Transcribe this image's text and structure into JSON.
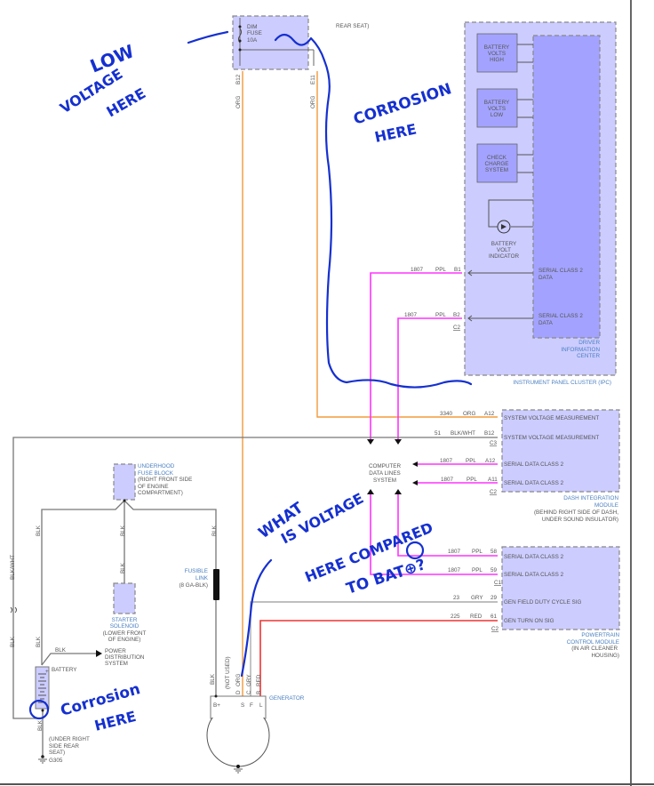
{
  "fuse_block": {
    "lines": [
      "DIM",
      "FUSE",
      "10A"
    ],
    "location_fragment": "REAR SEAT)",
    "pins": [
      "B12",
      "E11"
    ],
    "wire_colors": [
      "ORG",
      "ORG"
    ]
  },
  "ipc": {
    "title": "INSTRUMENT PANEL CLUSTER (IPC)",
    "indicators": [
      {
        "lines": [
          "BATTERY",
          "VOLTS",
          "HIGH"
        ]
      },
      {
        "lines": [
          "BATTERY",
          "VOLTS",
          "LOW"
        ]
      },
      {
        "lines": [
          "CHECK",
          "CHARGE",
          "SYSTEM"
        ]
      }
    ],
    "lamp_label": [
      "BATTERY",
      "VOLT",
      "INDICATOR"
    ],
    "dic_label": [
      "DRIVER",
      "INFORMATION",
      "CENTER"
    ],
    "pins": [
      {
        "circuit": "1807",
        "color": "PPL",
        "pin": "B1",
        "label": [
          "SERIAL CLASS 2",
          "DATA"
        ]
      },
      {
        "circuit": "1807",
        "color": "PPL",
        "pin": "B2",
        "label": [
          "SERIAL CLASS 2",
          "DATA"
        ]
      }
    ],
    "connector": "C2"
  },
  "computer_data_lines": [
    "COMPUTER",
    "DATA LINES",
    "SYSTEM"
  ],
  "dim": {
    "title": [
      "DASH INTEGRATION",
      "MODULE"
    ],
    "location": [
      "(BEHIND RIGHT SIDE OF DASH,",
      "UNDER SOUND INSULATOR)"
    ],
    "pins": [
      {
        "circuit": "3340",
        "color": "ORG",
        "pin": "A12",
        "label": "SYSTEM VOLTAGE MEASUREMENT"
      },
      {
        "circuit": "51",
        "color": "BLK/WHT",
        "pin": "B12",
        "label": "SYSTEM VOLTAGE MEASUREMENT"
      },
      {
        "circuit": "1807",
        "color": "PPL",
        "pin": "A12",
        "label": "SERIAL DATA CLASS 2"
      },
      {
        "circuit": "1807",
        "color": "PPL",
        "pin": "A11",
        "label": "SERIAL DATA CLASS 2"
      }
    ],
    "connectors": [
      "C3",
      "C2"
    ]
  },
  "pcm": {
    "title": [
      "POWERTRAIN",
      "CONTROL MODULE"
    ],
    "location": [
      "(IN AIR CLEANER",
      "HOUSING)"
    ],
    "pins": [
      {
        "circuit": "1807",
        "color": "PPL",
        "pin": "58",
        "label": "SERIAL DATA CLASS 2"
      },
      {
        "circuit": "1807",
        "color": "PPL",
        "pin": "59",
        "label": "SERIAL DATA CLASS 2"
      },
      {
        "circuit": "23",
        "color": "GRY",
        "pin": "29",
        "label": "GEN FIELD DUTY CYCLE SIG"
      },
      {
        "circuit": "225",
        "color": "RED",
        "pin": "61",
        "label": "GEN TURN ON SIG"
      }
    ],
    "connectors": [
      "C1",
      "C2"
    ]
  },
  "underhood": {
    "title": [
      "UNDERHOOD",
      "FUSE BLOCK"
    ],
    "location": [
      "(RIGHT FRONT SIDE",
      "OF ENGINE",
      "COMPARTMENT)"
    ]
  },
  "starter": {
    "title": [
      "STARTER",
      "SOLENOID"
    ],
    "location": [
      "(LOWER FRONT",
      "OF ENGINE)"
    ]
  },
  "fusible_link": {
    "title": [
      "FUSIBLE",
      "LINK"
    ],
    "spec": "(8 GA-BLK)"
  },
  "battery": {
    "label": "BATTERY",
    "location": [
      "(UNDER RIGHT",
      "SIDE REAR",
      "SEAT)"
    ],
    "ground": "G305",
    "plus": "+"
  },
  "power_distribution": [
    "POWER",
    "DISTRIBUTION",
    "SYSTEM"
  ],
  "wires": {
    "blk": "BLK",
    "blk_wht": "BLK/WHT",
    "org": "ORG",
    "gry": "GRY",
    "red": "RED",
    "not_used": "(NOT USED)"
  },
  "generator": {
    "label": "GENERATOR",
    "terminals": [
      "B+",
      "S",
      "F",
      "L"
    ],
    "pins": [
      "D",
      "C",
      "B"
    ]
  },
  "annotations": {
    "low_voltage": [
      "LOW",
      "VOLTAGE",
      "HERE"
    ],
    "corrosion_top": [
      "CORROSION",
      "HERE"
    ],
    "question": [
      "WHAT",
      "IS VOLTAGE",
      "HERE COMPARED",
      "TO BAT⊕?"
    ],
    "corrosion_battery": [
      "Corrosion",
      "HERE"
    ]
  },
  "colors": {
    "module_fill": "#ccccff",
    "inner_fill": "#a3a3ff",
    "orange": "#f39a3a",
    "purple": "#ff33ff",
    "red": "#ee3333",
    "pen": "#1530d0",
    "label_blue": "#4a7fc0"
  }
}
